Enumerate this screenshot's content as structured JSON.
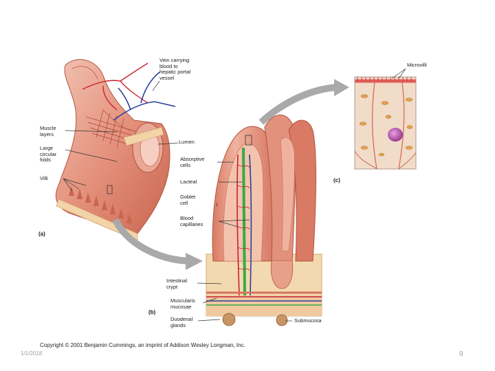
{
  "labels": {
    "vein": "Vein carrying\nblood to\nhepatic portal\nvessel",
    "muscle_layers": "Muscle\nlayers",
    "lumen": "Lumen",
    "circular_folds": "Large\ncircular\nfolds",
    "villi": "Villi",
    "microvilli": "Microvilli",
    "absorptive_cells": "Absorptive\ncells",
    "lacteal": "Lacteal",
    "goblet_cell": "Goblet\ncell",
    "blood_capillaries": "Blood\ncapillaries",
    "intestinal_crypt": "Intestinal\ncrypt",
    "muscularis_mucosae": "Muscularis\nmucosae",
    "duodenal_glands": "Duodenal\nglands",
    "submucosa": "Submucosa"
  },
  "panels": {
    "a": "(a)",
    "b": "(b)",
    "c": "(c)"
  },
  "copyright": "Copyright © 2001 Benjamin Cummings, an imprint of Addison Wesley Longman, Inc.",
  "footer": {
    "left": "1/1/2018",
    "page_number": "9"
  },
  "colors": {
    "tissue": "#e49a86",
    "tissue_dark": "#c9654f",
    "artery": "#c8202a",
    "vein": "#2a3f9e",
    "lacteal": "#3aa84a",
    "arrow": "#a9a9a9"
  }
}
